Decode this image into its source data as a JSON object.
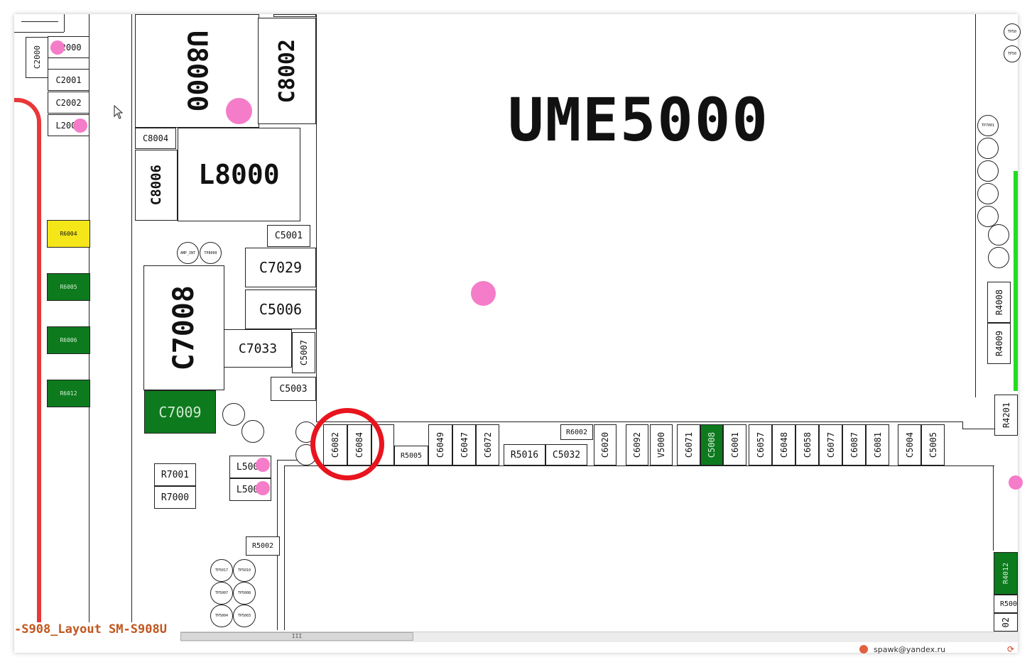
{
  "title": "UME5000",
  "footer": "-S908_Layout SM-S908U",
  "status_text": "spawk@yandex.ru",
  "scroll_thumb_grip": "III",
  "colors": {
    "highlight_ring": "#e8141e",
    "trace": "#e8383a",
    "marker": "#f47cc8",
    "green_part": "#0d7a1e",
    "yellow_part": "#f5e61a",
    "footer_text": "#c2561e"
  },
  "parts": {
    "c2000": "C2000",
    "l2000": "L2000",
    "c2001": "C2001",
    "c2002": "C2002",
    "l2002": "L2002",
    "r6004": "R6004",
    "r6005": "R6005",
    "r6006": "R6006",
    "r6012": "R6012",
    "u8000": "U8000",
    "c8002": "C8002",
    "c8004": "C8004",
    "c8006": "C8006",
    "l8000": "L8000",
    "c5001": "C5001",
    "c7029": "C7029",
    "c5006": "C5006",
    "c7008": "C7008",
    "c7033": "C7033",
    "c5007": "C5007",
    "c5003": "C5003",
    "c7009": "C7009",
    "r7001": "R7001",
    "r7000": "R7000",
    "l5000": "L5000",
    "l5001": "L5001",
    "r5002": "R5002",
    "c6082": "C6082",
    "c6084": "C6084",
    "r5005": "R5005",
    "c6049": "C6049",
    "c6047": "C6047",
    "c6072": "C6072",
    "r6002": "R6002",
    "r5016": "R5016",
    "c5032": "C5032",
    "c6020": "C6020",
    "c6092": "C6092",
    "v5000": "V5000",
    "c6071": "C6071",
    "c5008": "C5008",
    "c6001": "C6001",
    "c6057": "C6057",
    "c6048": "C6048",
    "c6058": "C6058",
    "c6077": "C6077",
    "c6087": "C6087",
    "c6081": "C6081",
    "c5004": "C5004",
    "c5005": "C5005",
    "r4008": "R4008",
    "r4009": "R4009",
    "r4201": "R4201",
    "r4012": "R4012",
    "r500x": "R500",
    "x02": "02"
  },
  "testpoints": {
    "amp_int": "AMP_INT",
    "tp8000": "TP8000",
    "tp5017": "TP5017",
    "tp5010": "TP5010",
    "tp5007": "TP5007",
    "tp5008": "TP5008",
    "tp5004": "TP5004",
    "tp5003": "TP5003",
    "tp7001": "TP7001",
    "tp50a": "TP50",
    "tp50b": "TP50"
  }
}
